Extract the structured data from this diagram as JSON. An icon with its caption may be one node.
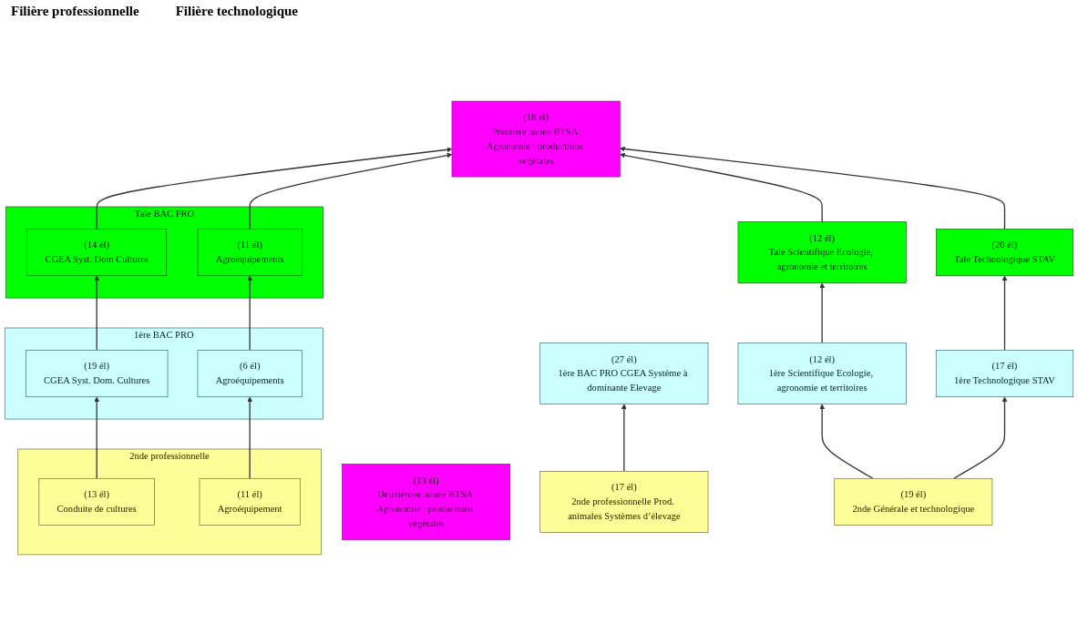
{
  "diagram": {
    "nodes": [
      {
        "text": [
          "(13 él)",
          "Deuxièmee année BTSA Agronomie : productions végétales"
        ]
      },
      {
        "text": [
          "(18 él)",
          "Première année BTSA Agronomie : productions végétales"
        ]
      },
      {
        "text": [
          "Tale BAC PRO"
        ]
      },
      {
        "text": [
          "(14 él)",
          "CGEA Syst. Dom Cultures"
        ],
        "in": 2
      },
      {
        "text": [
          "(11 él)",
          "Agroéquipements"
        ],
        "in": 2
      },
      {
        "text": [
          "(12 él)",
          "Tale Scientifique Ecologie, agronomie et territoires"
        ]
      },
      {
        "text": [
          "(20 él)",
          "Tale Technologique STAV"
        ]
      },
      {
        "text": [
          "1ère BAC PRO"
        ]
      },
      {
        "text": [
          "(19 él)",
          "CGEA Syst. Dom. Cultures"
        ],
        "in": 7
      },
      {
        "text": [
          "(6 él)",
          "Agroéquipements"
        ],
        "in": 7
      },
      {
        "text": [
          "(27 él)",
          "1ère BAC PRO CGEA Système à dominante Elevage"
        ]
      },
      {
        "text": [
          "(12 él)",
          "1ère Scientifique Ecologie, agronomie et territoires"
        ]
      },
      {
        "text": [
          "(17 él)",
          "1ère Technologique STAV"
        ]
      },
      {
        "text": [
          "2nde professionnelle"
        ]
      },
      {
        "text": [
          "(13 él)",
          "Conduite de cultures"
        ],
        "in": 13
      },
      {
        "text": [
          "(11 él)",
          "Agroéquipement"
        ],
        "in": 13
      },
      {
        "text": [
          "(17 él)",
          "2nde professionnelle Prod. animales Systèmes d’élevage"
        ]
      },
      {
        "text": [
          "(19 él)",
          "2nde Générale et technologique"
        ]
      }
    ],
    "edges": [
      {
        "from": 3,
        "to": 1,
        "arrow": "to"
      },
      {
        "from": 4,
        "to": 1,
        "arrow": "to"
      },
      {
        "from": 5,
        "to": 1,
        "arrow": "to"
      },
      {
        "from": 6,
        "to": 1,
        "arrow": "to"
      },
      {
        "from": 8,
        "to": 3,
        "arrow": "to"
      },
      {
        "from": 9,
        "to": 4,
        "arrow": "to"
      },
      {
        "from": 11,
        "to": 5,
        "arrow": "to"
      },
      {
        "from": 12,
        "to": 6,
        "arrow": "to"
      },
      {
        "from": 14,
        "to": 8,
        "arrow": "to"
      },
      {
        "from": 15,
        "to": 9,
        "arrow": "to"
      },
      {
        "from": 16,
        "to": 10,
        "arrow": "to"
      },
      {
        "from": 17,
        "to": 11,
        "arrow": "to"
      },
      {
        "from": 17,
        "to": 12,
        "arrow": "to"
      }
    ],
    "labels": [
      "Filière professionnelle",
      "Filière technologique"
    ]
  }
}
